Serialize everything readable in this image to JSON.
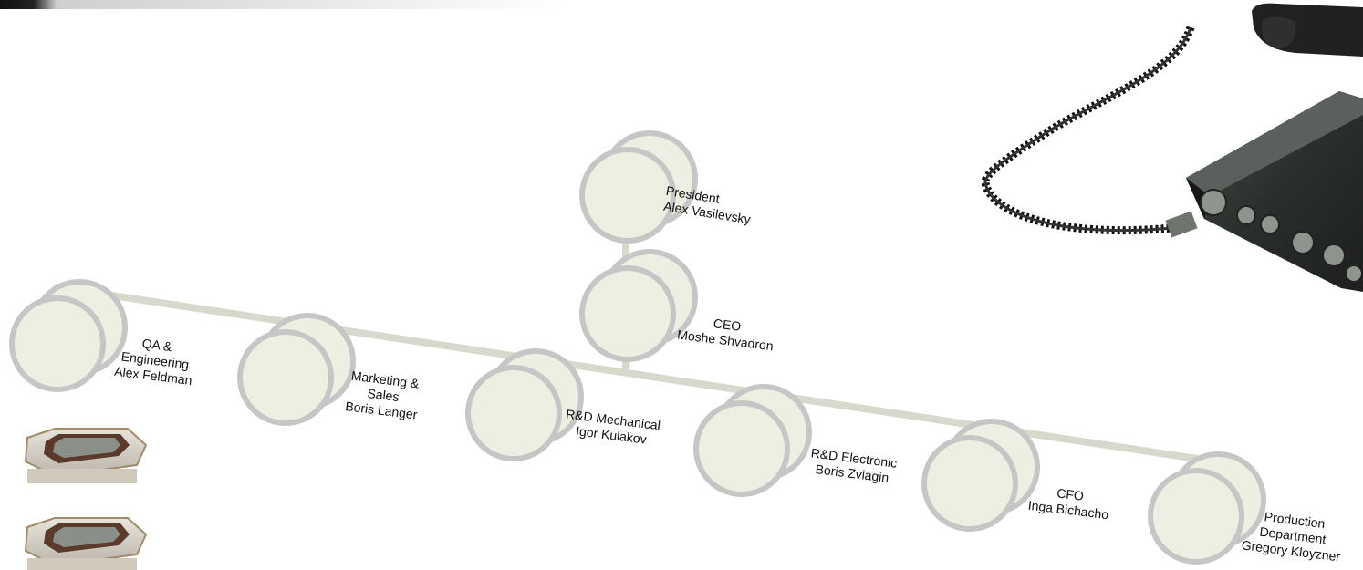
{
  "colors": {
    "node_fill": "#eeefe3",
    "node_stroke": "#c6c6c6",
    "connector": "#d8d9cc",
    "label": "#111111"
  },
  "nodes": [
    {
      "id": "president",
      "title": "President",
      "name": "Alex Vasilevsky"
    },
    {
      "id": "ceo",
      "title": "CEO",
      "name": "Moshe Shvadron"
    },
    {
      "id": "qa",
      "title_lines": [
        "QA &",
        "Engineering"
      ],
      "name": "Alex Feldman"
    },
    {
      "id": "marketing",
      "title_lines": [
        "Marketing &",
        "Sales"
      ],
      "name": "Boris Langer"
    },
    {
      "id": "rnd_mech",
      "title": "R&D Mechanical",
      "name": "Igor Kulakov"
    },
    {
      "id": "rnd_elec",
      "title": "R&D Electronic",
      "name": "Boris Zviagin"
    },
    {
      "id": "cfo",
      "title": "CFO",
      "name": "Inga Bichacho"
    },
    {
      "id": "production",
      "title_lines": [
        "Production",
        "Department"
      ],
      "name": "Gregory Kloyzner"
    }
  ],
  "decorations": {
    "top_right_image": "radio-handset-device-photo",
    "bottom_left_images": "connector-part-photos"
  }
}
